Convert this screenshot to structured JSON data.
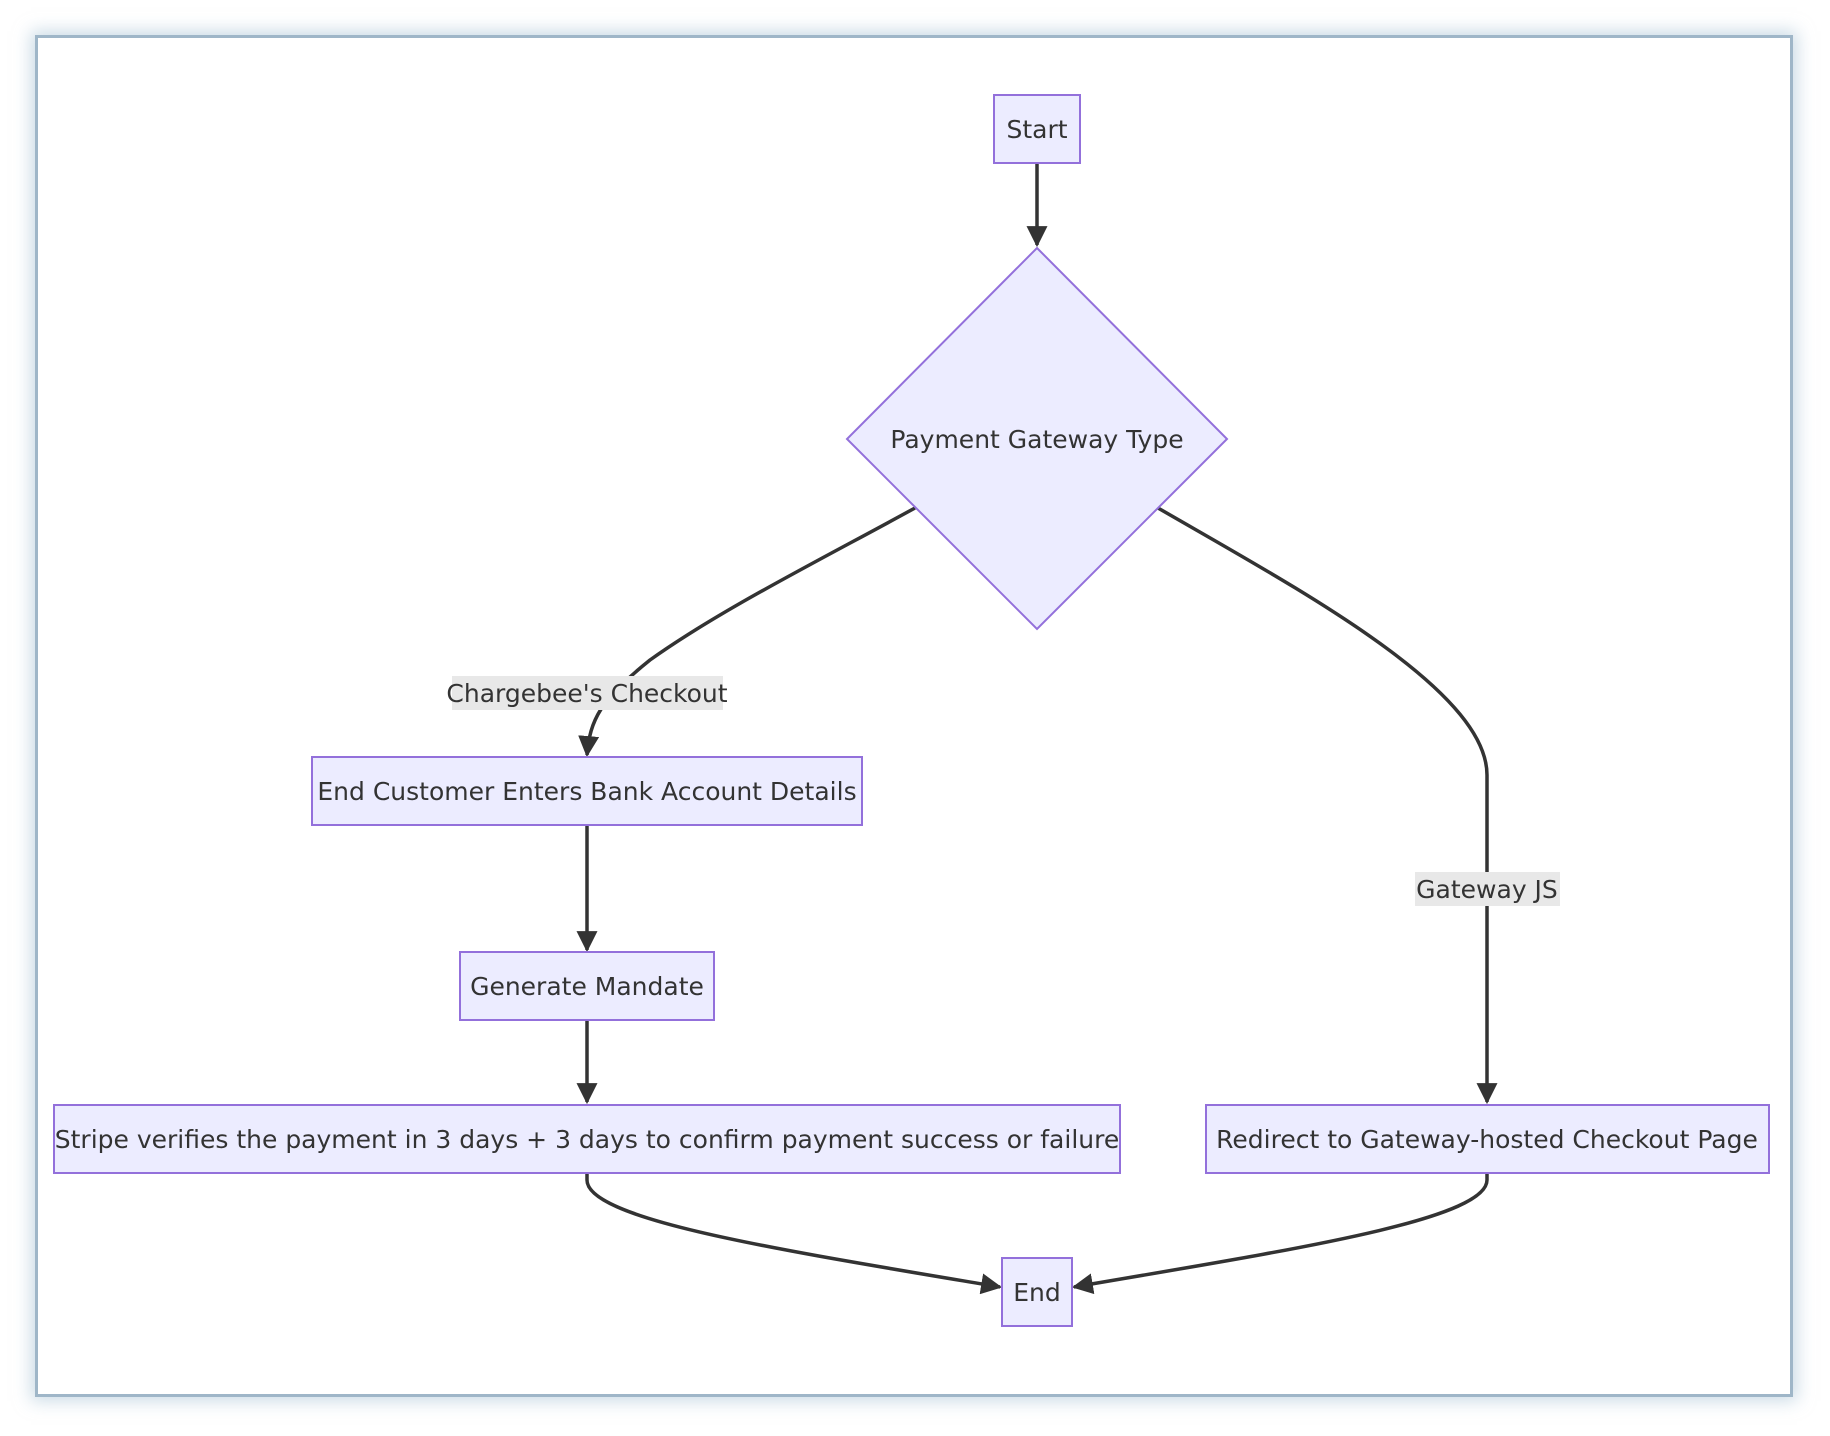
{
  "diagram": {
    "type": "flowchart",
    "nodes": {
      "start": "Start",
      "decision": "Payment Gateway Type",
      "enter_bank": "End Customer Enters Bank Account Details",
      "mandate": "Generate Mandate",
      "stripe_verify": "Stripe verifies the payment in 3 days + 3 days to confirm payment success or failure",
      "redirect": "Redirect to Gateway-hosted Checkout Page",
      "end": "End"
    },
    "edge_labels": {
      "chargebee": "Chargebee's Checkout",
      "gateway_js": "Gateway JS"
    },
    "colors": {
      "node_fill": "#ECECFF",
      "node_stroke": "#9370DB",
      "edge": "#333333",
      "edge_label_bg": "#e8e8e8",
      "frame_border": "#9fb6c8"
    }
  }
}
